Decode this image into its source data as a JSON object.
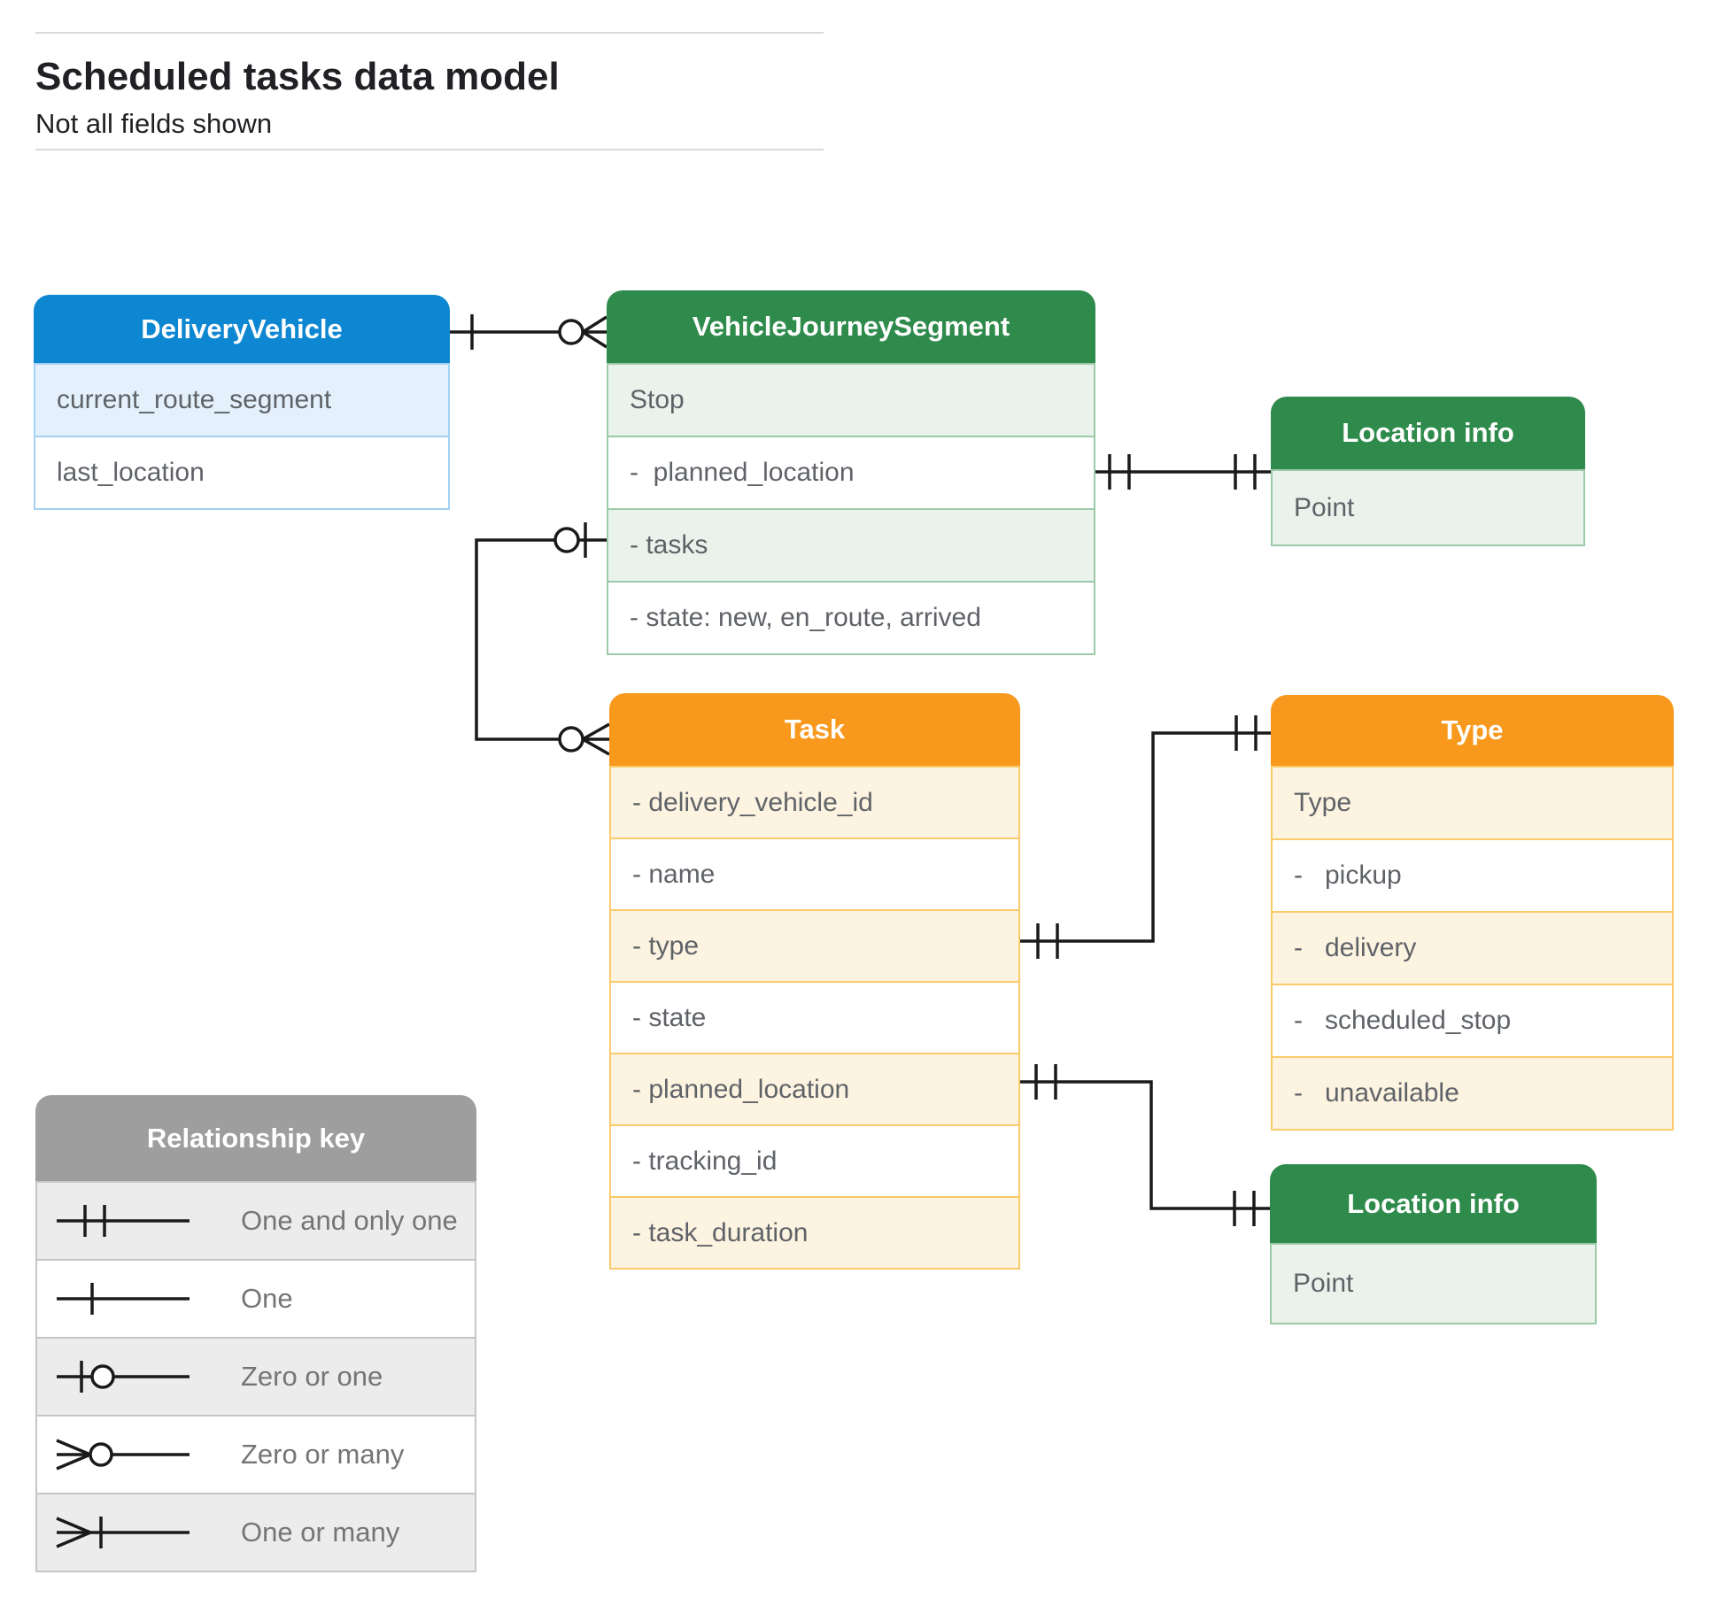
{
  "header": {
    "title": "Scheduled tasks data model",
    "subtitle": "Not all fields shown"
  },
  "entities": {
    "delivery_vehicle": {
      "title": "DeliveryVehicle",
      "rows": [
        "current_route_segment",
        "last_location"
      ]
    },
    "vehicle_journey_segment": {
      "title": "VehicleJourneySegment",
      "rows": [
        "Stop",
        "-  planned_location",
        "- tasks",
        "- state: new, en_route, arrived"
      ]
    },
    "location_info_top": {
      "title": "Location info",
      "rows": [
        "Point"
      ]
    },
    "task": {
      "title": "Task",
      "rows": [
        "- delivery_vehicle_id",
        "- name",
        "- type",
        "- state",
        "- planned_location",
        "- tracking_id",
        "- task_duration"
      ]
    },
    "type": {
      "title": "Type",
      "rows": [
        "Type",
        "-   pickup",
        "-   delivery",
        "-   scheduled_stop",
        "-   unavailable"
      ]
    },
    "location_info_bottom": {
      "title": "Location info",
      "rows": [
        "Point"
      ]
    }
  },
  "legend": {
    "title": "Relationship key",
    "items": [
      {
        "label": "One and only one",
        "symbol": "one-and-only-one-symbol-icon"
      },
      {
        "label": "One",
        "symbol": "one-symbol-icon"
      },
      {
        "label": "Zero or one",
        "symbol": "zero-or-one-symbol-icon"
      },
      {
        "label": "Zero or many",
        "symbol": "zero-or-many-symbol-icon"
      },
      {
        "label": "One or many",
        "symbol": "one-or-many-symbol-icon"
      }
    ]
  },
  "relationships": [
    {
      "from": "DeliveryVehicle",
      "to": "VehicleJourneySegment",
      "from_cardinality": "one",
      "to_cardinality": "zero-or-many"
    },
    {
      "from": "VehicleJourneySegment.planned_location",
      "to": "Location info (top)",
      "from_cardinality": "one-and-only-one",
      "to_cardinality": "one-and-only-one"
    },
    {
      "from": "VehicleJourneySegment.tasks",
      "to": "Task",
      "from_cardinality": "zero-or-one",
      "to_cardinality": "zero-or-many"
    },
    {
      "from": "Task.type",
      "to": "Type",
      "from_cardinality": "one-and-only-one",
      "to_cardinality": "one-and-only-one"
    },
    {
      "from": "Task.planned_location",
      "to": "Location info (bottom)",
      "from_cardinality": "one-and-only-one",
      "to_cardinality": "one-and-only-one"
    }
  ],
  "colors": {
    "blue": "#0d87d1",
    "blue_light": "#e4f1fc",
    "blue_border": "#a3d2f4",
    "green": "#2f8b4b",
    "green_light": "#e9f3ec",
    "green_border": "#9ccaa8",
    "orange": "#f8991d",
    "orange_light": "#fdf3e1",
    "orange_border": "#fbca6a",
    "gray": "#9e9e9e",
    "gray_light": "#ececec",
    "gray_border": "#c6c6c6",
    "line": "#1a1a1a",
    "row_text": "#5f6368",
    "legend_text": "#757575",
    "title_text": "#202124"
  }
}
